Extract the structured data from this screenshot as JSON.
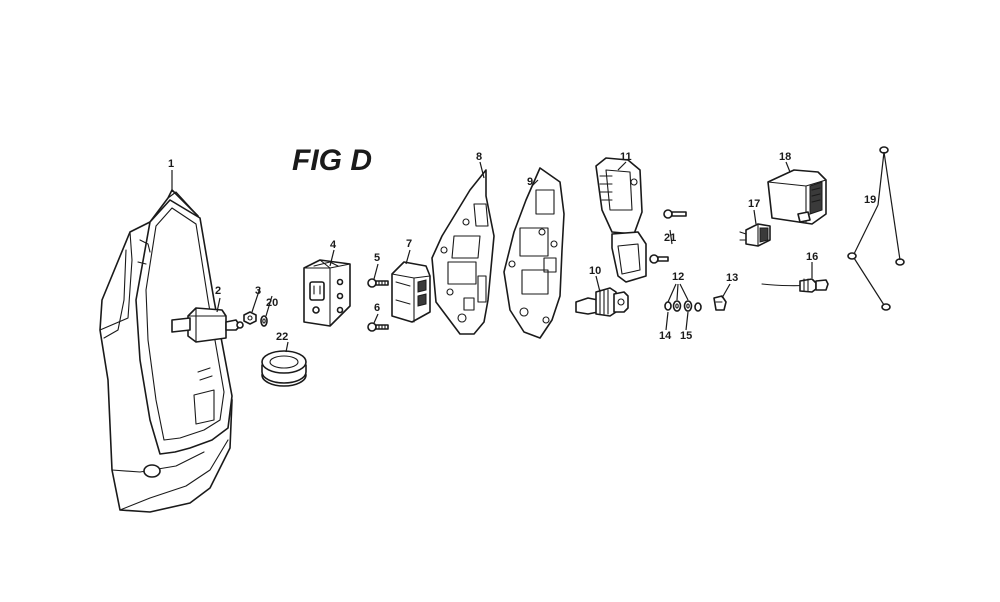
{
  "figure": {
    "title": "FIG D"
  },
  "callouts": {
    "c1": "1",
    "c2": "2",
    "c3": "3",
    "c4": "4",
    "c5": "5",
    "c6": "6",
    "c7": "7",
    "c8": "8",
    "c9": "9",
    "c10": "10",
    "c11": "11",
    "c12": "12",
    "c13": "13",
    "c14": "14",
    "c15": "15",
    "c16": "16",
    "c17": "17",
    "c18": "18",
    "c19": "19",
    "c20": "20",
    "c21": "21",
    "c22": "22"
  },
  "colors": {
    "line": "#1a1a1a",
    "background": "#ffffff"
  }
}
